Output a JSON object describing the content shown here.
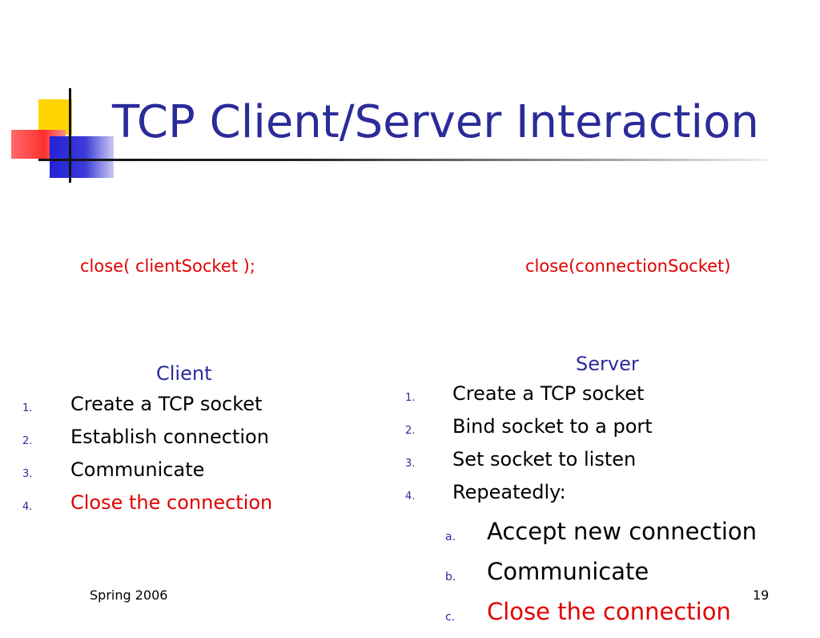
{
  "slide": {
    "title": "TCP Client/Server Interaction"
  },
  "code": {
    "client": "close( clientSocket );",
    "server": "close(connectionSocket)"
  },
  "client": {
    "heading": "Client",
    "steps": [
      {
        "num": "1.",
        "text": "Create a TCP socket"
      },
      {
        "num": "2.",
        "text": "Establish connection"
      },
      {
        "num": "3.",
        "text": "Communicate"
      },
      {
        "num": "4.",
        "text": "Close the connection"
      }
    ]
  },
  "server": {
    "heading": "Server",
    "steps": [
      {
        "num": "1.",
        "text": "Create a TCP socket"
      },
      {
        "num": "2.",
        "text": "Bind socket to a port"
      },
      {
        "num": "3.",
        "text": "Set socket to listen"
      },
      {
        "num": "4.",
        "text": "Repeatedly:"
      }
    ],
    "substeps": [
      {
        "num": "a.",
        "text": "Accept new connection"
      },
      {
        "num": "b.",
        "text": "Communicate"
      },
      {
        "num": "c.",
        "text": "Close the connection"
      }
    ]
  },
  "footer": {
    "left": "Spring 2006",
    "page": "19"
  },
  "colors": {
    "title": "#2b2b9a",
    "highlight": "#e00000",
    "logo_yellow": "#ffd400",
    "logo_red": "#ff3030",
    "logo_blue": "#2323d6"
  }
}
